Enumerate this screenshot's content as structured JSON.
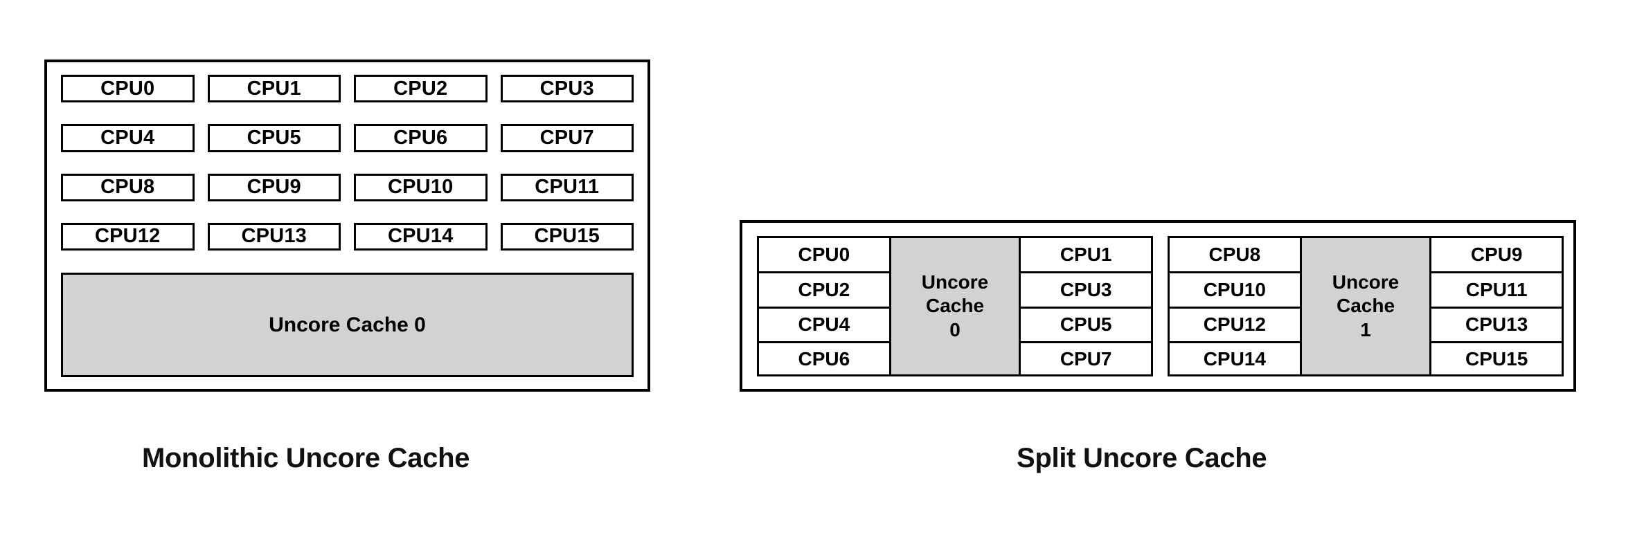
{
  "diagram": {
    "title_hidden": "",
    "colors": {
      "cache_fill": "#d2d2d2",
      "border": "#000000",
      "background": "#ffffff",
      "text": "#000000"
    },
    "monolithic": {
      "caption": "Monolithic Uncore Cache",
      "cpu_labels": [
        "CPU0",
        "CPU1",
        "CPU2",
        "CPU3",
        "CPU4",
        "CPU5",
        "CPU6",
        "CPU7",
        "CPU8",
        "CPU9",
        "CPU10",
        "CPU11",
        "CPU12",
        "CPU13",
        "CPU14",
        "CPU15"
      ],
      "cache_label": "Uncore Cache 0"
    },
    "split": {
      "caption": "Split Uncore Cache",
      "clusters": [
        {
          "left_column": [
            "CPU0",
            "CPU2",
            "CPU4",
            "CPU6"
          ],
          "cache_line1": "Uncore",
          "cache_line2": "Cache",
          "cache_line3": "0",
          "right_column": [
            "CPU1",
            "CPU3",
            "CPU5",
            "CPU7"
          ]
        },
        {
          "left_column": [
            "CPU8",
            "CPU10",
            "CPU12",
            "CPU14"
          ],
          "cache_line1": "Uncore",
          "cache_line2": "Cache",
          "cache_line3": "1",
          "right_column": [
            "CPU9",
            "CPU11",
            "CPU13",
            "CPU15"
          ]
        }
      ]
    }
  }
}
